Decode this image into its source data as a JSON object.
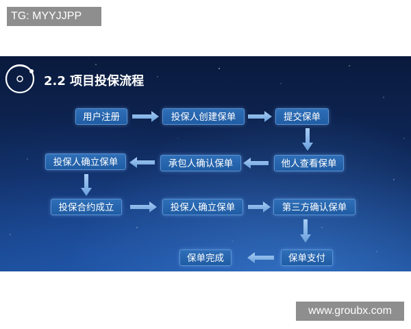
{
  "watermark_top": "TG: MYYJJPP",
  "watermark_bottom": "www.groubx.com",
  "slide": {
    "title": "2.2 项目投保流程"
  },
  "flow": {
    "steps": [
      "用户注册",
      "投保人创建保单",
      "提交保单",
      "他人查看保单",
      "承包人确认保单",
      "投保人确立保单",
      "投保合约成立",
      "投保人确立保单",
      "第三方确认保单",
      "保单支付",
      "保单完成"
    ]
  },
  "colors": {
    "node_fill": "#2a68b0",
    "arrow": "#7fb2ea",
    "tag_bg": "#8e8e8e"
  }
}
